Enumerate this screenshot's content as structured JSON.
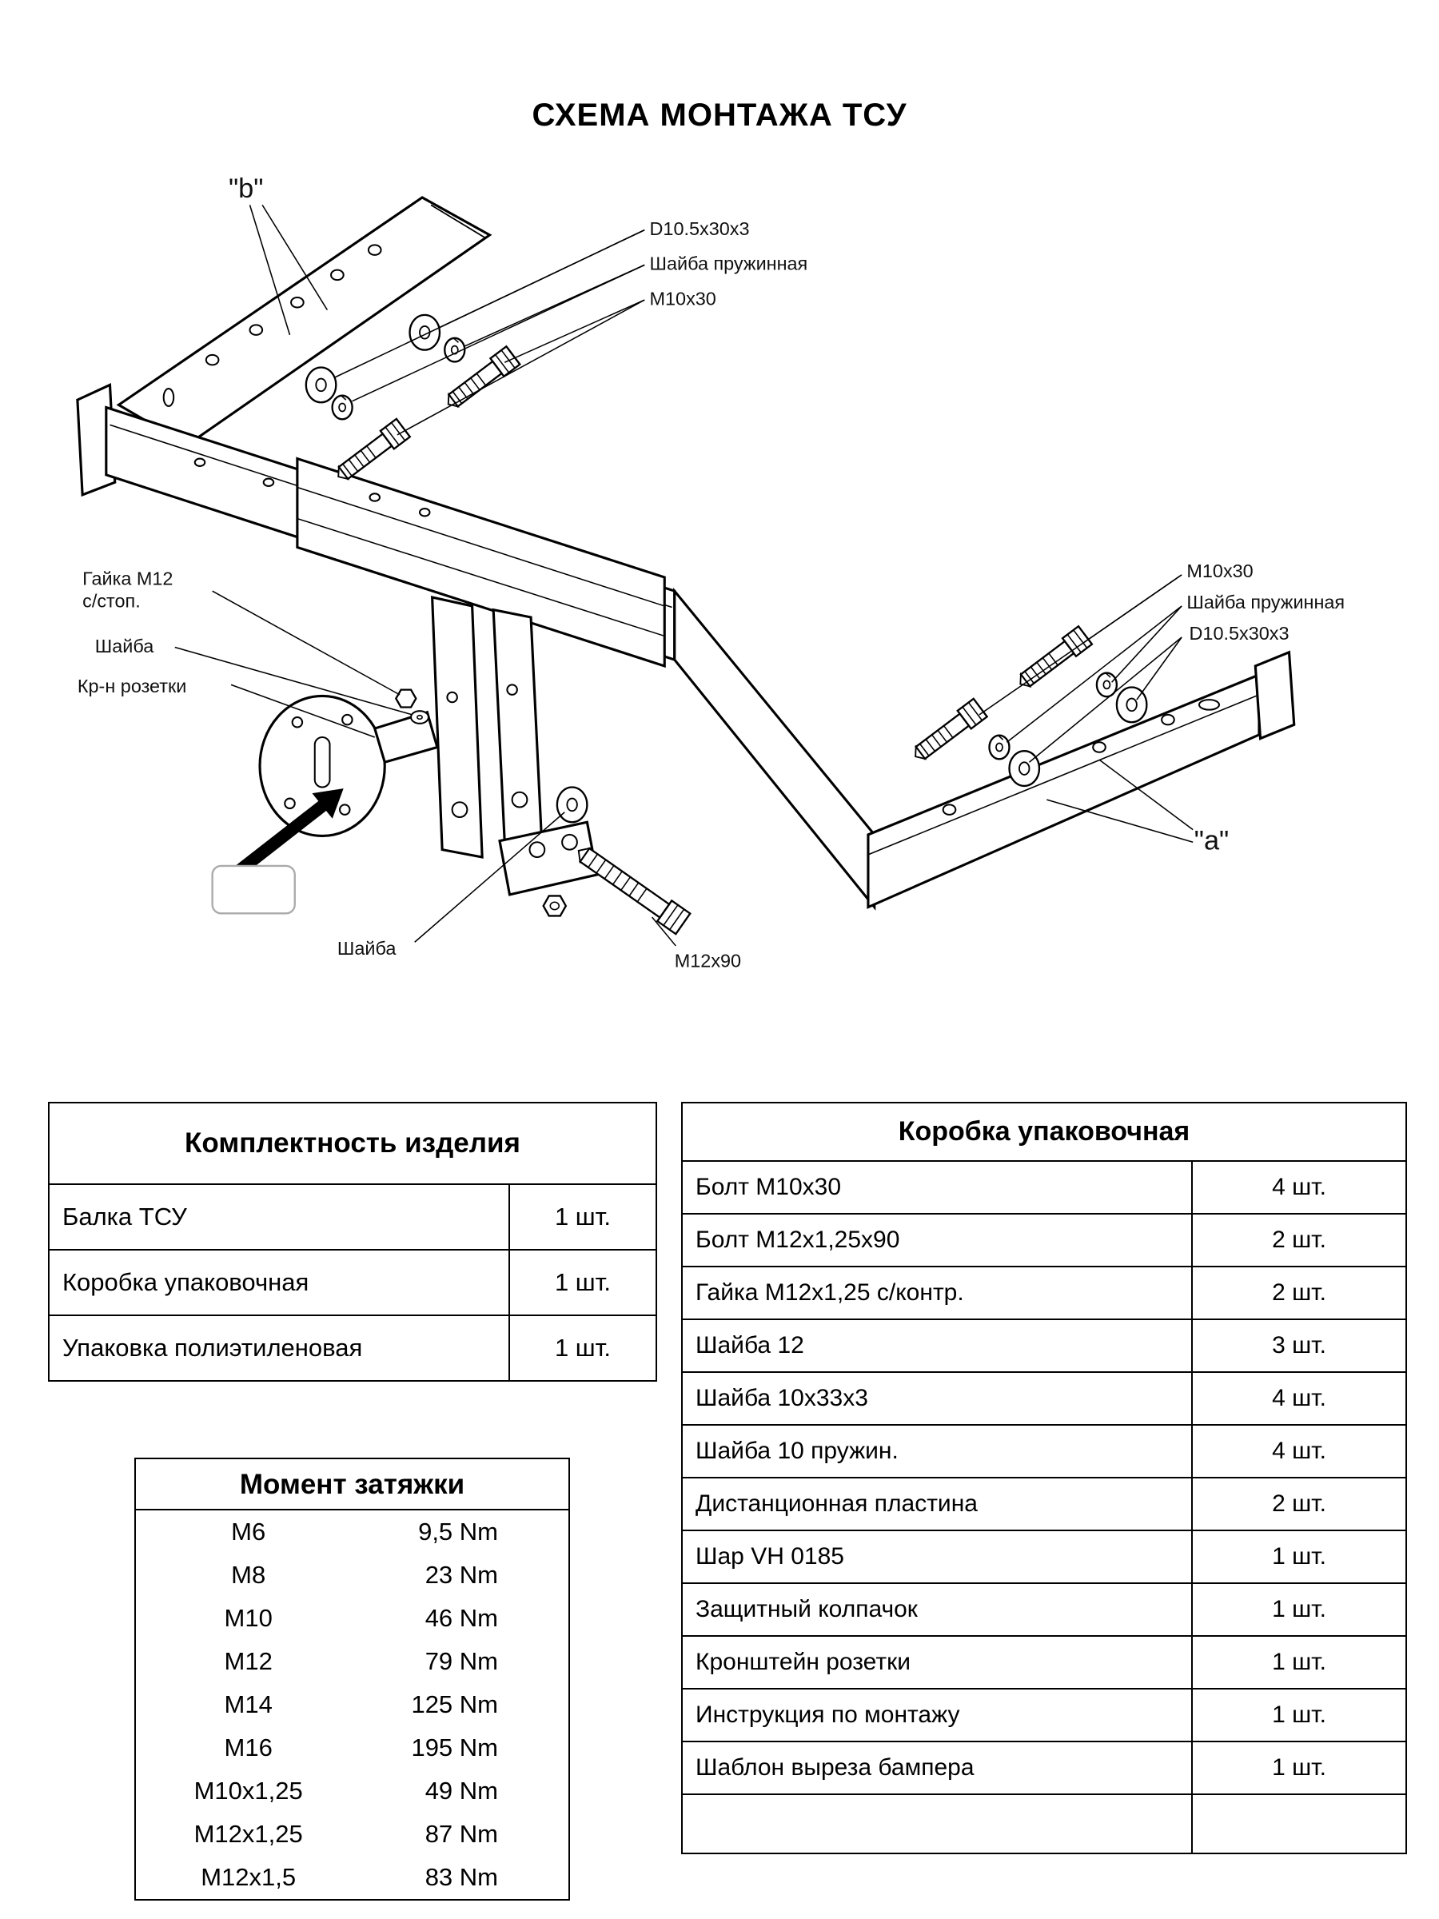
{
  "title": "СХЕМА МОНТАЖА ТСУ",
  "diagram": {
    "label_b": "\"b\"",
    "label_a": "\"a\"",
    "callout_d10_top": "D10.5x30x3",
    "callout_spring_top": "Шайба пружинная",
    "callout_m10_top": "M10x30",
    "callout_nut_line1": "Гайка М12",
    "callout_nut_line2": "с/стоп.",
    "callout_washer_left": "Шайба",
    "callout_bracket_left": "Кр-н розетки",
    "callout_m10_right": "M10x30",
    "callout_spring_right": "Шайба пружинная",
    "callout_d10_right": "D10.5x30x3",
    "callout_washer_bottom": "Шайба",
    "callout_m12_bottom": "М12х90"
  },
  "kit_table": {
    "title": "Комплектность изделия",
    "rows": [
      {
        "name": "Балка ТСУ",
        "qty": "1 шт."
      },
      {
        "name": "Коробка упаковочная",
        "qty": "1 шт."
      },
      {
        "name": "Упаковка полиэтиленовая",
        "qty": "1 шт."
      }
    ]
  },
  "torque_table": {
    "title": "Момент затяжки",
    "rows": [
      {
        "size": "М6",
        "value": "9,5 Nm"
      },
      {
        "size": "М8",
        "value": "23 Nm"
      },
      {
        "size": "М10",
        "value": "46 Nm"
      },
      {
        "size": "М12",
        "value": "79 Nm"
      },
      {
        "size": "М14",
        "value": "125 Nm"
      },
      {
        "size": "М16",
        "value": "195 Nm"
      },
      {
        "size": "М10х1,25",
        "value": "49 Nm"
      },
      {
        "size": "М12х1,25",
        "value": "87 Nm"
      },
      {
        "size": "М12х1,5",
        "value": "83 Nm"
      }
    ]
  },
  "box_table": {
    "title": "Коробка упаковочная",
    "rows": [
      {
        "name": "Болт М10х30",
        "qty": "4 шт."
      },
      {
        "name": "Болт М12х1,25х90",
        "qty": "2 шт."
      },
      {
        "name": "Гайка М12х1,25 с/контр.",
        "qty": "2 шт."
      },
      {
        "name": "Шайба 12",
        "qty": "3 шт."
      },
      {
        "name": "Шайба 10х33х3",
        "qty": "4 шт."
      },
      {
        "name": "Шайба 10  пружин.",
        "qty": "4 шт."
      },
      {
        "name": "Дистанционная пластина",
        "qty": "2 шт."
      },
      {
        "name": "Шар VH 0185",
        "qty": "1 шт."
      },
      {
        "name": "Защитный колпачок",
        "qty": "1 шт."
      },
      {
        "name": "Кронштейн розетки",
        "qty": "1 шт."
      },
      {
        "name": "Инструкция по монтажу",
        "qty": "1 шт."
      },
      {
        "name": "Шаблон выреза бампера",
        "qty": "1 шт."
      }
    ]
  }
}
